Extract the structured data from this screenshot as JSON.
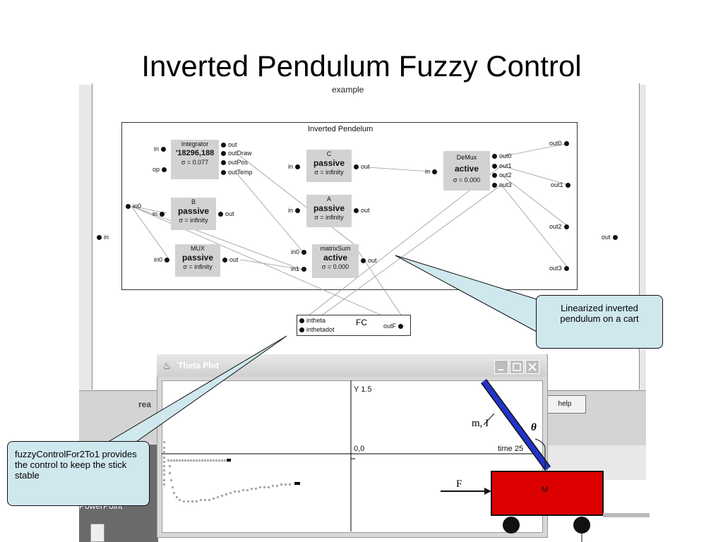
{
  "slide": {
    "title": "Inverted Pendulum Fuzzy Control"
  },
  "canvas": {
    "label": "example",
    "in_port": "in",
    "out_port": "out"
  },
  "coupled": {
    "title": "Inverted Pendelum",
    "in_port": "in0",
    "outputs": [
      "out0",
      "out1",
      "out2",
      "out3"
    ],
    "integrator": {
      "name": "Integrator",
      "value": "'18296,188",
      "sigma": "σ = 0.077",
      "in_ports": [
        "in",
        "op"
      ],
      "out_ports": [
        "out",
        "outDraw",
        "outPos",
        "outTemp"
      ]
    },
    "c": {
      "name": "C",
      "state": "passive",
      "sigma": "σ = infinity",
      "in_port": "in",
      "out_port": "out"
    },
    "demux": {
      "name": "DeMux",
      "state": "active",
      "sigma": "σ = 0.000",
      "in_port": "in",
      "out_ports": [
        "out0",
        "out1",
        "out2",
        "out3"
      ]
    },
    "b": {
      "name": "B",
      "state": "passive",
      "sigma": "σ = infinity",
      "in_port": "in",
      "out_port": "out"
    },
    "a": {
      "name": "A",
      "state": "passive",
      "sigma": "σ = infinity",
      "in_port": "in",
      "out_port": "out"
    },
    "mux": {
      "name": "MUX",
      "state": "passive",
      "sigma": "σ = infinity",
      "in_port": "in0",
      "out_port": "out"
    },
    "matrixsum": {
      "name": "matrixSum",
      "state": "active",
      "sigma": "σ = 0.000",
      "in_ports": [
        "in0",
        "in1"
      ],
      "out_port": "out"
    }
  },
  "fc": {
    "name": "FC",
    "in_ports": [
      "intheta",
      "inthetadot"
    ],
    "out_port": "outF"
  },
  "toolbar": {
    "ready_label": "rea",
    "help_label": "help"
  },
  "desktop": {
    "label": "PowerPoint"
  },
  "plot_window": {
    "title": "Theta  Plot",
    "y_label": "Y 1.5",
    "origin_label": "0,0",
    "time_label": "time 25"
  },
  "pendulum": {
    "mass_label": "M",
    "force_label": "F",
    "rod_label": "m, I",
    "angle_label": "θ"
  },
  "callouts": {
    "right": "Linearized inverted pendulum on a cart",
    "left": "fuzzyControlFor2To1 provides the control to keep the stick stable"
  },
  "colors": {
    "cart": "#dd0000",
    "rod": "#2233cc",
    "callout_fill": "#cfe8ee"
  }
}
